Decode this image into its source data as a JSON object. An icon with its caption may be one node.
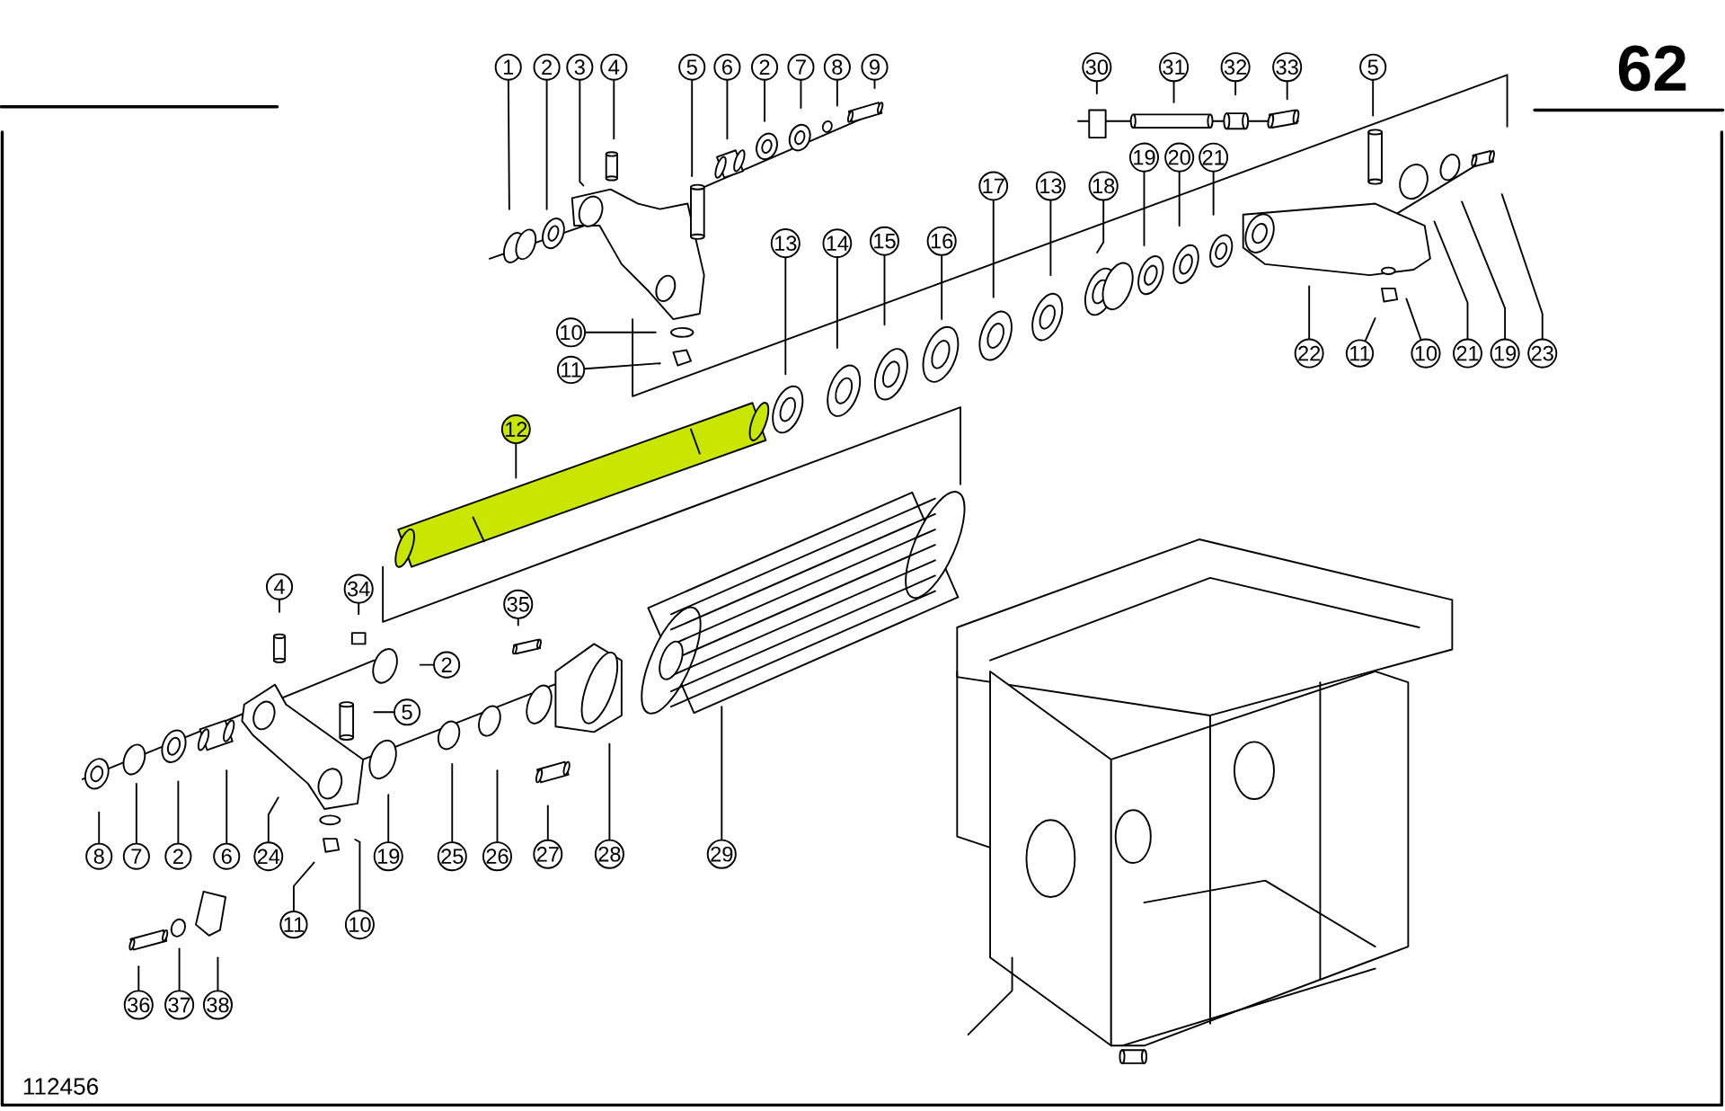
{
  "diagram": {
    "nodes": [
      {
        "text": [
          "1"
        ]
      },
      {
        "text": [
          "2"
        ]
      },
      {
        "text": [
          "3"
        ]
      },
      {
        "text": [
          "4"
        ]
      },
      {
        "text": [
          "5"
        ]
      },
      {
        "text": [
          "6"
        ]
      },
      {
        "text": [
          "2"
        ]
      },
      {
        "text": [
          "7"
        ]
      },
      {
        "text": [
          "8"
        ]
      },
      {
        "text": [
          "9"
        ]
      },
      {
        "text": [
          "30"
        ]
      },
      {
        "text": [
          "31"
        ]
      },
      {
        "text": [
          "32"
        ]
      },
      {
        "text": [
          "33"
        ]
      },
      {
        "text": [
          "5"
        ]
      },
      {
        "text": [
          "19"
        ]
      },
      {
        "text": [
          "20"
        ]
      },
      {
        "text": [
          "21"
        ]
      },
      {
        "text": [
          "17"
        ]
      },
      {
        "text": [
          "13"
        ]
      },
      {
        "text": [
          "18"
        ]
      },
      {
        "text": [
          "13"
        ]
      },
      {
        "text": [
          "14"
        ]
      },
      {
        "text": [
          "15"
        ]
      },
      {
        "text": [
          "16"
        ]
      },
      {
        "text": [
          "10"
        ]
      },
      {
        "text": [
          "22"
        ]
      },
      {
        "text": [
          "11"
        ]
      },
      {
        "text": [
          "10"
        ]
      },
      {
        "text": [
          "21"
        ]
      },
      {
        "text": [
          "19"
        ]
      },
      {
        "text": [
          "23"
        ]
      },
      {
        "text": [
          "11"
        ]
      },
      {
        "text": [
          "12"
        ]
      },
      {
        "text": [
          "4"
        ]
      },
      {
        "text": [
          "34"
        ]
      },
      {
        "text": [
          "35"
        ]
      },
      {
        "text": [
          "2"
        ]
      },
      {
        "text": [
          "5"
        ]
      },
      {
        "text": [
          "8"
        ]
      },
      {
        "text": [
          "7"
        ]
      },
      {
        "text": [
          "2"
        ]
      },
      {
        "text": [
          "6"
        ]
      },
      {
        "text": [
          "24"
        ]
      },
      {
        "text": [
          "19"
        ]
      },
      {
        "text": [
          "25"
        ]
      },
      {
        "text": [
          "26"
        ]
      },
      {
        "text": [
          "27"
        ]
      },
      {
        "text": [
          "28"
        ]
      },
      {
        "text": [
          "29"
        ]
      },
      {
        "text": [
          "11"
        ]
      },
      {
        "text": [
          "10"
        ]
      },
      {
        "text": [
          "36"
        ]
      },
      {
        "text": [
          "37"
        ]
      },
      {
        "text": [
          "38"
        ]
      }
    ],
    "edges": [
      {
        "from": 0,
        "to": null,
        "arrow": "none"
      },
      {
        "from": 1,
        "to": null,
        "arrow": "none"
      },
      {
        "from": 2,
        "to": null,
        "arrow": "none"
      },
      {
        "from": 3,
        "to": null,
        "arrow": "none"
      },
      {
        "from": 4,
        "to": null,
        "arrow": "none"
      },
      {
        "from": 5,
        "to": null,
        "arrow": "none"
      },
      {
        "from": 6,
        "to": null,
        "arrow": "none"
      },
      {
        "from": 7,
        "to": null,
        "arrow": "none"
      },
      {
        "from": 8,
        "to": null,
        "arrow": "none"
      },
      {
        "from": 9,
        "to": null,
        "arrow": "none"
      },
      {
        "from": 10,
        "to": null,
        "arrow": "none"
      },
      {
        "from": 11,
        "to": null,
        "arrow": "none"
      },
      {
        "from": 12,
        "to": null,
        "arrow": "none"
      },
      {
        "from": 13,
        "to": null,
        "arrow": "none"
      },
      {
        "from": 14,
        "to": null,
        "arrow": "none"
      },
      {
        "from": 15,
        "to": null,
        "arrow": "none"
      },
      {
        "from": 16,
        "to": null,
        "arrow": "none"
      },
      {
        "from": 17,
        "to": null,
        "arrow": "none"
      },
      {
        "from": 18,
        "to": null,
        "arrow": "none"
      },
      {
        "from": 19,
        "to": null,
        "arrow": "none"
      },
      {
        "from": 20,
        "to": null,
        "arrow": "none"
      },
      {
        "from": 21,
        "to": null,
        "arrow": "none"
      },
      {
        "from": 22,
        "to": null,
        "arrow": "none"
      },
      {
        "from": 23,
        "to": null,
        "arrow": "none"
      },
      {
        "from": 24,
        "to": null,
        "arrow": "none"
      },
      {
        "from": 25,
        "to": null,
        "arrow": "none"
      },
      {
        "from": 26,
        "to": null,
        "arrow": "none"
      },
      {
        "from": 27,
        "to": null,
        "arrow": "none"
      },
      {
        "from": 28,
        "to": null,
        "arrow": "none"
      },
      {
        "from": 29,
        "to": null,
        "arrow": "none"
      },
      {
        "from": 30,
        "to": null,
        "arrow": "none"
      },
      {
        "from": 31,
        "to": null,
        "arrow": "none"
      },
      {
        "from": 32,
        "to": null,
        "arrow": "none"
      },
      {
        "from": 33,
        "to": null,
        "arrow": "none"
      },
      {
        "from": 34,
        "to": null,
        "arrow": "none"
      },
      {
        "from": 35,
        "to": null,
        "arrow": "none"
      },
      {
        "from": 36,
        "to": null,
        "arrow": "none"
      },
      {
        "from": 37,
        "to": null,
        "arrow": "none"
      },
      {
        "from": 38,
        "to": null,
        "arrow": "none"
      },
      {
        "from": 39,
        "to": null,
        "arrow": "none"
      },
      {
        "from": 40,
        "to": null,
        "arrow": "none"
      },
      {
        "from": 41,
        "to": null,
        "arrow": "none"
      },
      {
        "from": 42,
        "to": null,
        "arrow": "none"
      },
      {
        "from": 43,
        "to": null,
        "arrow": "none"
      },
      {
        "from": 44,
        "to": null,
        "arrow": "none"
      },
      {
        "from": 45,
        "to": null,
        "arrow": "none"
      },
      {
        "from": 46,
        "to": null,
        "arrow": "none"
      },
      {
        "from": 47,
        "to": null,
        "arrow": "none"
      },
      {
        "from": 48,
        "to": null,
        "arrow": "none"
      },
      {
        "from": 49,
        "to": null,
        "arrow": "none"
      },
      {
        "from": 50,
        "to": null,
        "arrow": "none"
      },
      {
        "from": 51,
        "to": null,
        "arrow": "none"
      },
      {
        "from": 52,
        "to": null,
        "arrow": "none"
      },
      {
        "from": 53,
        "to": null,
        "arrow": "none"
      },
      {
        "from": 54,
        "to": null,
        "arrow": "none"
      }
    ],
    "labels": [
      "62",
      "112456"
    ]
  }
}
